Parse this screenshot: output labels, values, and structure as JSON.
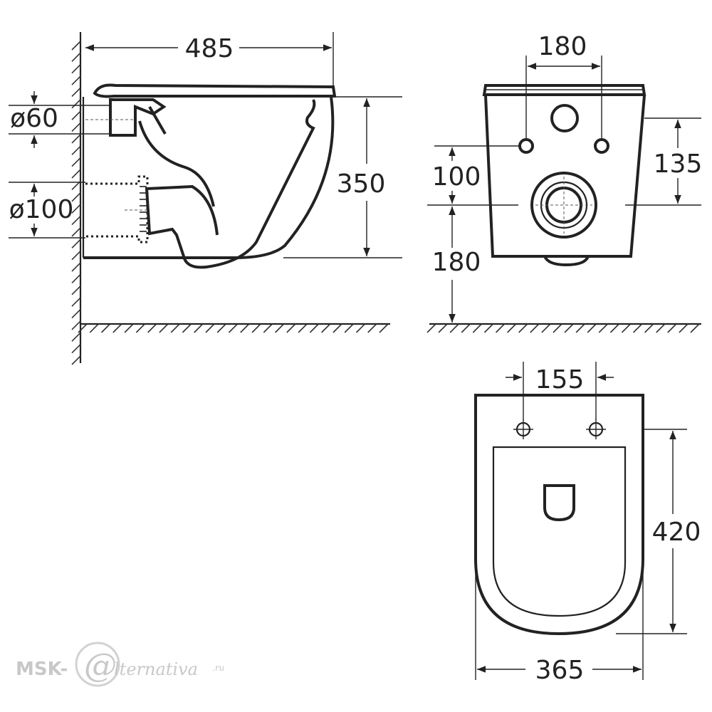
{
  "side_view": {
    "length": "485",
    "height": "350",
    "inlet_diameter": "ø60",
    "outlet_diameter": "ø100"
  },
  "front_view": {
    "bolt_spacing": "180",
    "bolt_to_outlet": "100",
    "outlet_height": "180",
    "inlet_height": "135"
  },
  "top_view": {
    "seat_hole_spacing": "155",
    "depth": "420",
    "width": "365"
  },
  "watermark": {
    "prefix": "MSK-",
    "glyph": "@",
    "suffix": "lternativa",
    "domain": ".ru"
  },
  "colors": {
    "line": "#222222",
    "watermark": "#c8c8c8"
  }
}
